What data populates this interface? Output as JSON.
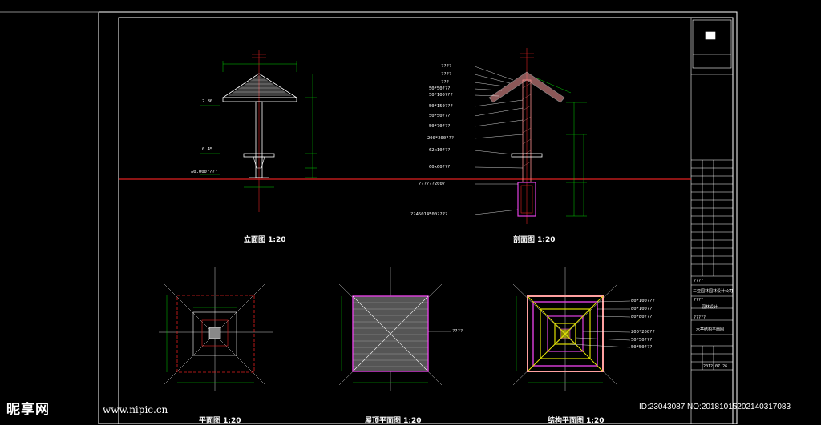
{
  "captions": {
    "elevation": "立面图 1:20",
    "section": "剖面图 1:20",
    "plan": "平面图 1:20",
    "roof_plan": "屋顶平面图 1:20",
    "rafter_plan": "结构平面图 1:20"
  },
  "section_callouts": [
    "????",
    "????",
    "???",
    "50*50???",
    "50*100???",
    "50*150???",
    "50*50???",
    "50*70???",
    "200*200???",
    "62x10???",
    "60x60???",
    "??????200?",
    "??45014500????"
  ],
  "elev_levels": [
    "2.80",
    "0.45",
    "±0.000????"
  ],
  "roof_callout": "????",
  "rafter_callouts": [
    "80*100???",
    "80*100??",
    "80*80???",
    "200*200??",
    "50*50???",
    "50*50???"
  ],
  "title_block": {
    "company": "三亚园林园林设计公司",
    "project": "园林设计",
    "drawing": "木亭结构平面图",
    "date": "2012.07.26",
    "code_lines": [
      "????",
      "????",
      "?????"
    ]
  },
  "watermark": {
    "logo": "昵享网",
    "site": "www.nipic.cn",
    "id": "ID:23043087 NO:20181015202140317083"
  },
  "colors": {
    "ground": "#e02020",
    "accent": "#e040e0",
    "roof": "#ffa0a0",
    "dim": "#00d000",
    "beam": "#e0e000"
  }
}
